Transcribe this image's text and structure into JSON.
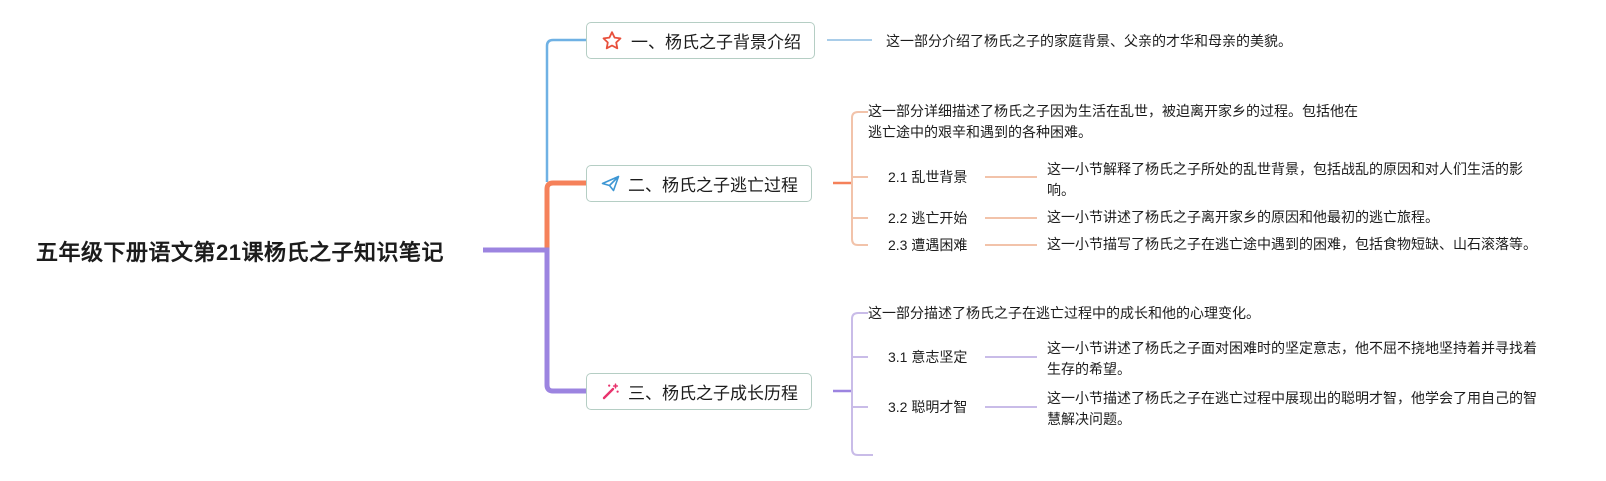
{
  "theme": {
    "colors": {
      "branch1": "#6FB1E4",
      "branch1_light": "#A9CDE9",
      "branch2": "#F5815A",
      "branch2_light": "#F2C3AA",
      "branch3": "#9C84E0",
      "bran3_light_note": "",
      "branch3_light": "#C9BCE8",
      "node_border": "#B5CEC4",
      "text": "#1C1C1C",
      "icon_star": "#E8503C",
      "icon_plane": "#3E97D4",
      "icon_wand": "#E8336D"
    }
  },
  "root": {
    "title": "五年级下册语文第21课杨氏之子知识笔记"
  },
  "branches": [
    {
      "label": "一、杨氏之子背景介绍",
      "icon": "star-icon",
      "description": "这一部分介绍了杨氏之子的家庭背景、父亲的才华和母亲的美貌。",
      "children": []
    },
    {
      "label": "二、杨氏之子逃亡过程",
      "icon": "paper-plane-icon",
      "description": "这一部分详细描述了杨氏之子因为生活在乱世，被迫离开家乡的过程。包括他在\n逃亡途中的艰辛和遇到的各种困难。",
      "children": [
        {
          "label": "2.1 乱世背景",
          "description": "这一小节解释了杨氏之子所处的乱世背景，包括战乱的原因和对人们生活的影\n响。"
        },
        {
          "label": "2.2 逃亡开始",
          "description": "这一小节讲述了杨氏之子离开家乡的原因和他最初的逃亡旅程。"
        },
        {
          "label": "2.3 遭遇困难",
          "description": "这一小节描写了杨氏之子在逃亡途中遇到的困难，包括食物短缺、山石滚落等。"
        }
      ]
    },
    {
      "label": "三、杨氏之子成长历程",
      "icon": "magic-wand-icon",
      "description": "这一部分描述了杨氏之子在逃亡过程中的成长和他的心理变化。",
      "children": [
        {
          "label": "3.1 意志坚定",
          "description": "这一小节讲述了杨氏之子面对困难时的坚定意志，他不屈不挠地坚持着并寻找着\n生存的希望。"
        },
        {
          "label": "3.2 聪明才智",
          "description": "这一小节描述了杨氏之子在逃亡过程中展现出的聪明才智，他学会了用自己的智\n慧解决问题。"
        }
      ]
    }
  ]
}
